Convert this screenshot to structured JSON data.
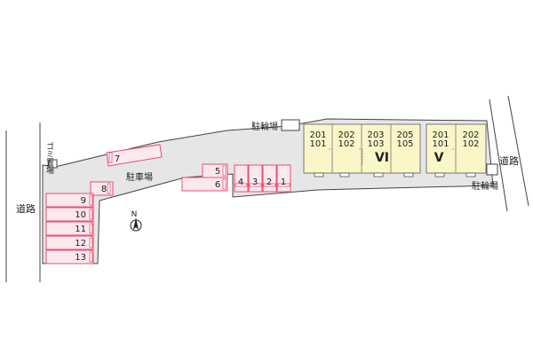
{
  "labels": {
    "road_left": "道路",
    "road_right": "道路",
    "garbage": "ゴミ置場",
    "bike_top": "駐輪場",
    "bike_right": "駐輪場",
    "parking": "駐車場",
    "north": "N"
  },
  "parking_spaces": [
    "1",
    "2",
    "3",
    "4",
    "5",
    "6",
    "7",
    "8",
    "9",
    "10",
    "11",
    "12",
    "13"
  ],
  "buildings": [
    {
      "name": "VI",
      "units": [
        {
          "top": "201",
          "bottom": "101"
        },
        {
          "top": "202",
          "bottom": "102"
        },
        {
          "top": "203",
          "bottom": "103"
        },
        {
          "top": "205",
          "bottom": "105"
        }
      ]
    },
    {
      "name": "V",
      "units": [
        {
          "top": "201",
          "bottom": "101"
        },
        {
          "top": "202",
          "bottom": "102"
        }
      ]
    }
  ],
  "colors": {
    "lot": "#e6e6e6",
    "building": "#fbf6c8",
    "parking_fill": "#fde8ee",
    "parking_stroke": "#e8506e"
  }
}
